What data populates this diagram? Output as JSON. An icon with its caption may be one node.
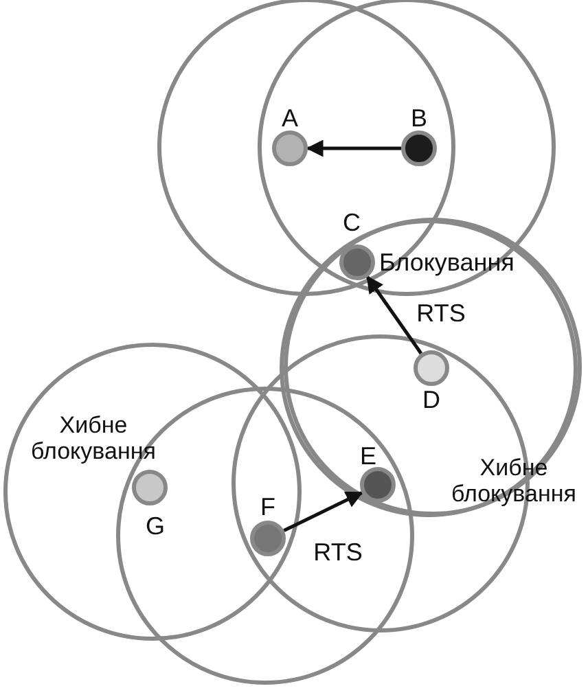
{
  "diagram": {
    "nodes": [
      {
        "text": [
          "A"
        ]
      },
      {
        "text": [
          "B"
        ]
      },
      {
        "text": [
          "C"
        ],
        "beside": [
          "Блокування"
        ]
      },
      {
        "text": [
          "D"
        ]
      },
      {
        "text": [
          "E"
        ]
      },
      {
        "text": [
          "F"
        ]
      },
      {
        "text": [
          "G"
        ]
      }
    ],
    "edges": [
      {
        "from": 1,
        "to": 0,
        "arrow": "to"
      },
      {
        "from": 3,
        "to": 2,
        "arrow": "to",
        "label": "RTS"
      },
      {
        "from": 5,
        "to": 4,
        "arrow": "to",
        "label": "RTS"
      }
    ],
    "labels": [
      "Хибне блокування",
      "Хибне блокування"
    ]
  }
}
